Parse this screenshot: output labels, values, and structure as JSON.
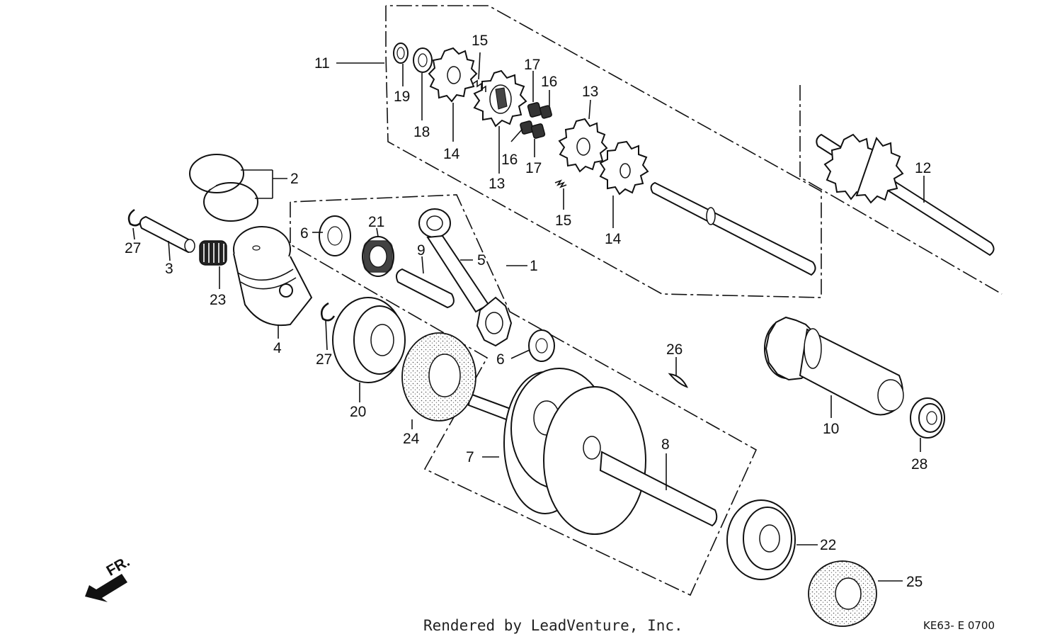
{
  "diagram": {
    "callouts": [
      {
        "id": "label-1",
        "text": "1"
      },
      {
        "id": "label-2",
        "text": "2"
      },
      {
        "id": "label-3",
        "text": "3"
      },
      {
        "id": "label-4",
        "text": "4"
      },
      {
        "id": "label-5",
        "text": "5"
      },
      {
        "id": "label-6a",
        "text": "6"
      },
      {
        "id": "label-6b",
        "text": "6"
      },
      {
        "id": "label-7",
        "text": "7"
      },
      {
        "id": "label-8",
        "text": "8"
      },
      {
        "id": "label-9",
        "text": "9"
      },
      {
        "id": "label-10",
        "text": "10"
      },
      {
        "id": "label-11",
        "text": "11"
      },
      {
        "id": "label-12",
        "text": "12"
      },
      {
        "id": "label-13a",
        "text": "13"
      },
      {
        "id": "label-13b",
        "text": "13"
      },
      {
        "id": "label-14a",
        "text": "14"
      },
      {
        "id": "label-14b",
        "text": "14"
      },
      {
        "id": "label-15a",
        "text": "15"
      },
      {
        "id": "label-15b",
        "text": "15"
      },
      {
        "id": "label-16a",
        "text": "16"
      },
      {
        "id": "label-16b",
        "text": "16"
      },
      {
        "id": "label-17a",
        "text": "17"
      },
      {
        "id": "label-17b",
        "text": "17"
      },
      {
        "id": "label-18",
        "text": "18"
      },
      {
        "id": "label-19",
        "text": "19"
      },
      {
        "id": "label-20",
        "text": "20"
      },
      {
        "id": "label-21",
        "text": "21"
      },
      {
        "id": "label-22",
        "text": "22"
      },
      {
        "id": "label-23",
        "text": "23"
      },
      {
        "id": "label-24",
        "text": "24"
      },
      {
        "id": "label-25",
        "text": "25"
      },
      {
        "id": "label-26",
        "text": "26"
      },
      {
        "id": "label-27a",
        "text": "27"
      },
      {
        "id": "label-27b",
        "text": "27"
      },
      {
        "id": "label-28",
        "text": "28"
      }
    ],
    "front_arrow_label": "FR.",
    "footer": "Rendered by LeadVenture, Inc.",
    "diagram_code": "KE63- E 0700"
  }
}
